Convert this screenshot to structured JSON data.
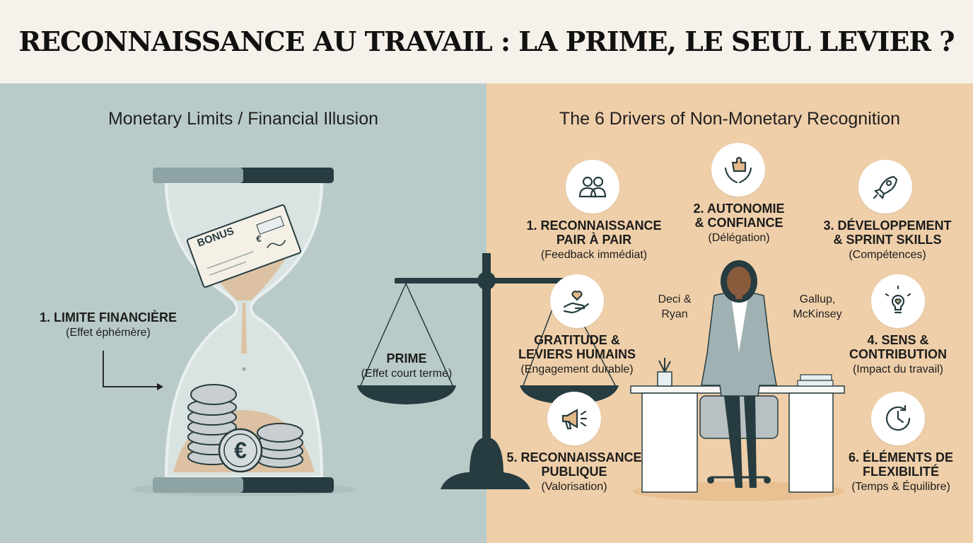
{
  "title": "RECONNAISSANCE AU TRAVAIL : LA PRIME, LE SEUL LEVIER ?",
  "left": {
    "section_title": "Monetary Limits / Financial Illusion",
    "bonus_check_text": "BONUS",
    "euro_symbol": "€",
    "limit_title": "1. LIMITE FINANCIÈRE",
    "limit_sub": "(Effet éphémère)",
    "prime_title": "PRIME",
    "prime_sub": "(Effet court terme)"
  },
  "right": {
    "section_title": "The 6 Drivers of Non-Monetary Recognition",
    "drivers": [
      {
        "title_line1": "1. RECONNAISSANCE",
        "title_line2": "PAIR À PAIR",
        "sub": "(Feedback immédiat)",
        "icon": "people-icon"
      },
      {
        "title_line1": "2. AUTONOMIE",
        "title_line2": "& CONFIANCE",
        "sub": "(Délégation)",
        "icon": "hands-puzzle-icon"
      },
      {
        "title_line1": "3. DÉVELOPPEMENT",
        "title_line2": "& SPRINT SKILLS",
        "sub": "(Compétences)",
        "icon": "rocket-icon"
      },
      {
        "title_line1": "GRATITUDE &",
        "title_line2": "LEVIERS HUMAINS",
        "sub": "(Engagement durable)",
        "icon": "heart-hand-icon"
      },
      {
        "title_line1": "4. SENS &",
        "title_line2": "CONTRIBUTION",
        "sub": "(Impact du travail)",
        "icon": "lightbulb-heart-icon"
      },
      {
        "title_line1": "5. RECONNAISSANCE",
        "title_line2": "PUBLIQUE",
        "sub": "(Valorisation)",
        "icon": "megaphone-icon"
      },
      {
        "title_line1": "6. ÉLÉMENTS DE",
        "title_line2": "FLEXIBILITÉ",
        "sub": "(Temps & Équilibre)",
        "icon": "clock-icon"
      }
    ],
    "ref_left_line1": "Deci &",
    "ref_left_line2": "Ryan",
    "ref_right_line1": "Gallup,",
    "ref_right_line2": "McKinsey"
  },
  "colors": {
    "left_bg": "#b9cbc9",
    "right_bg": "#efcfa9",
    "dark": "#263c40",
    "sand": "#e3c7a6",
    "coin": "#c9ced0"
  }
}
